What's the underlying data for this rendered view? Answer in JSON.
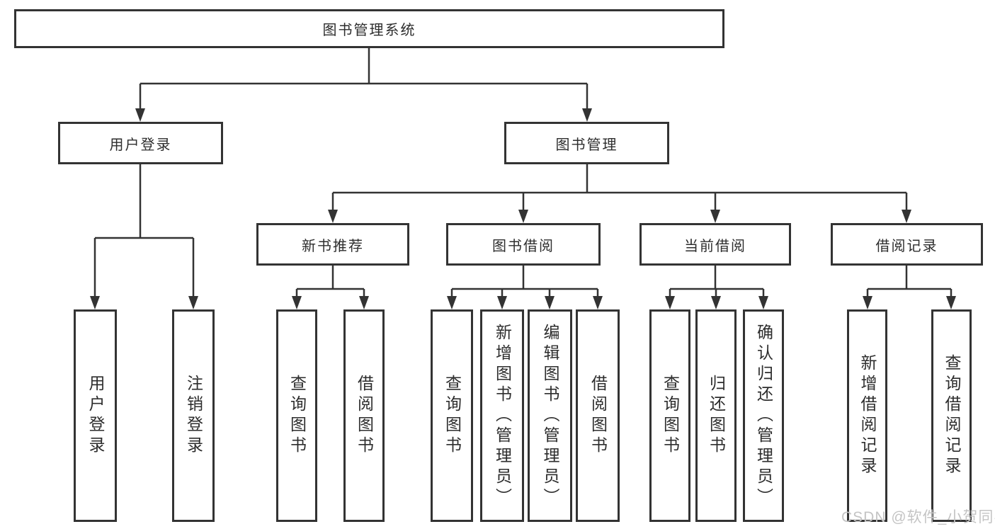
{
  "tree": {
    "label": "图书管理系统",
    "children": [
      {
        "label": "用户登录",
        "children": [
          {
            "label": "用户登录"
          },
          {
            "label": "注销登录"
          }
        ]
      },
      {
        "label": "图书管理",
        "children": [
          {
            "label": "新书推荐",
            "children": [
              {
                "label": "查询图书"
              },
              {
                "label": "借阅图书"
              }
            ]
          },
          {
            "label": "图书借阅",
            "children": [
              {
                "label": "查询图书"
              },
              {
                "label": "新增图书（管理员）"
              },
              {
                "label": "编辑图书（管理员）"
              },
              {
                "label": "借阅图书"
              }
            ]
          },
          {
            "label": "当前借阅",
            "children": [
              {
                "label": "查询图书"
              },
              {
                "label": "归还图书"
              },
              {
                "label": "确认归还（管理员）"
              }
            ]
          },
          {
            "label": "借阅记录",
            "children": [
              {
                "label": "新增借阅记录"
              },
              {
                "label": "查询借阅记录"
              }
            ]
          }
        ]
      }
    ]
  },
  "watermark": "CSDN @软件_小贺同学",
  "colors": {
    "line": "#333333",
    "text": "#2d2d2d",
    "background": "#ffffff",
    "watermark": "#c4c4c4"
  }
}
